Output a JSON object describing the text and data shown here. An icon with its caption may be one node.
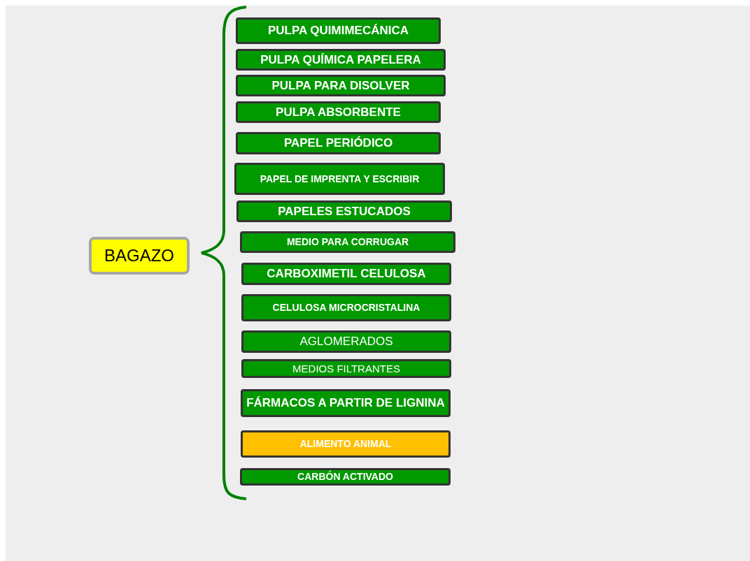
{
  "diagram": {
    "nodes": [
      {
        "text": [
          "BAGAZO"
        ]
      },
      {
        "text": [
          "PULPA QUIMIMECÁNICA"
        ]
      },
      {
        "text": [
          "PULPA QUÍMICA PAPELERA"
        ]
      },
      {
        "text": [
          "PULPA PARA DISOLVER"
        ]
      },
      {
        "text": [
          "PULPA ABSORBENTE"
        ]
      },
      {
        "text": [
          "PAPEL PERIÓDICO"
        ]
      },
      {
        "text": [
          "PAPEL DE IMPRENTA Y ESCRIBIR"
        ]
      },
      {
        "text": [
          "PAPELES ESTUCADOS"
        ]
      },
      {
        "text": [
          "MEDIO PARA CORRUGAR"
        ]
      },
      {
        "text": [
          "CARBOXIMETIL CELULOSA"
        ]
      },
      {
        "text": [
          "CELULOSA MICROCRISTALINA"
        ]
      },
      {
        "text": [
          "AGLOMERADOS"
        ]
      },
      {
        "text": [
          "MEDIOS FILTRANTES"
        ]
      },
      {
        "text": [
          "FÁRMACOS A PARTIR DE LIGNINA"
        ]
      },
      {
        "text": [
          "ALIMENTO ANIMAL"
        ]
      },
      {
        "text": [
          "CARBÓN ACTIVADO"
        ]
      }
    ]
  }
}
